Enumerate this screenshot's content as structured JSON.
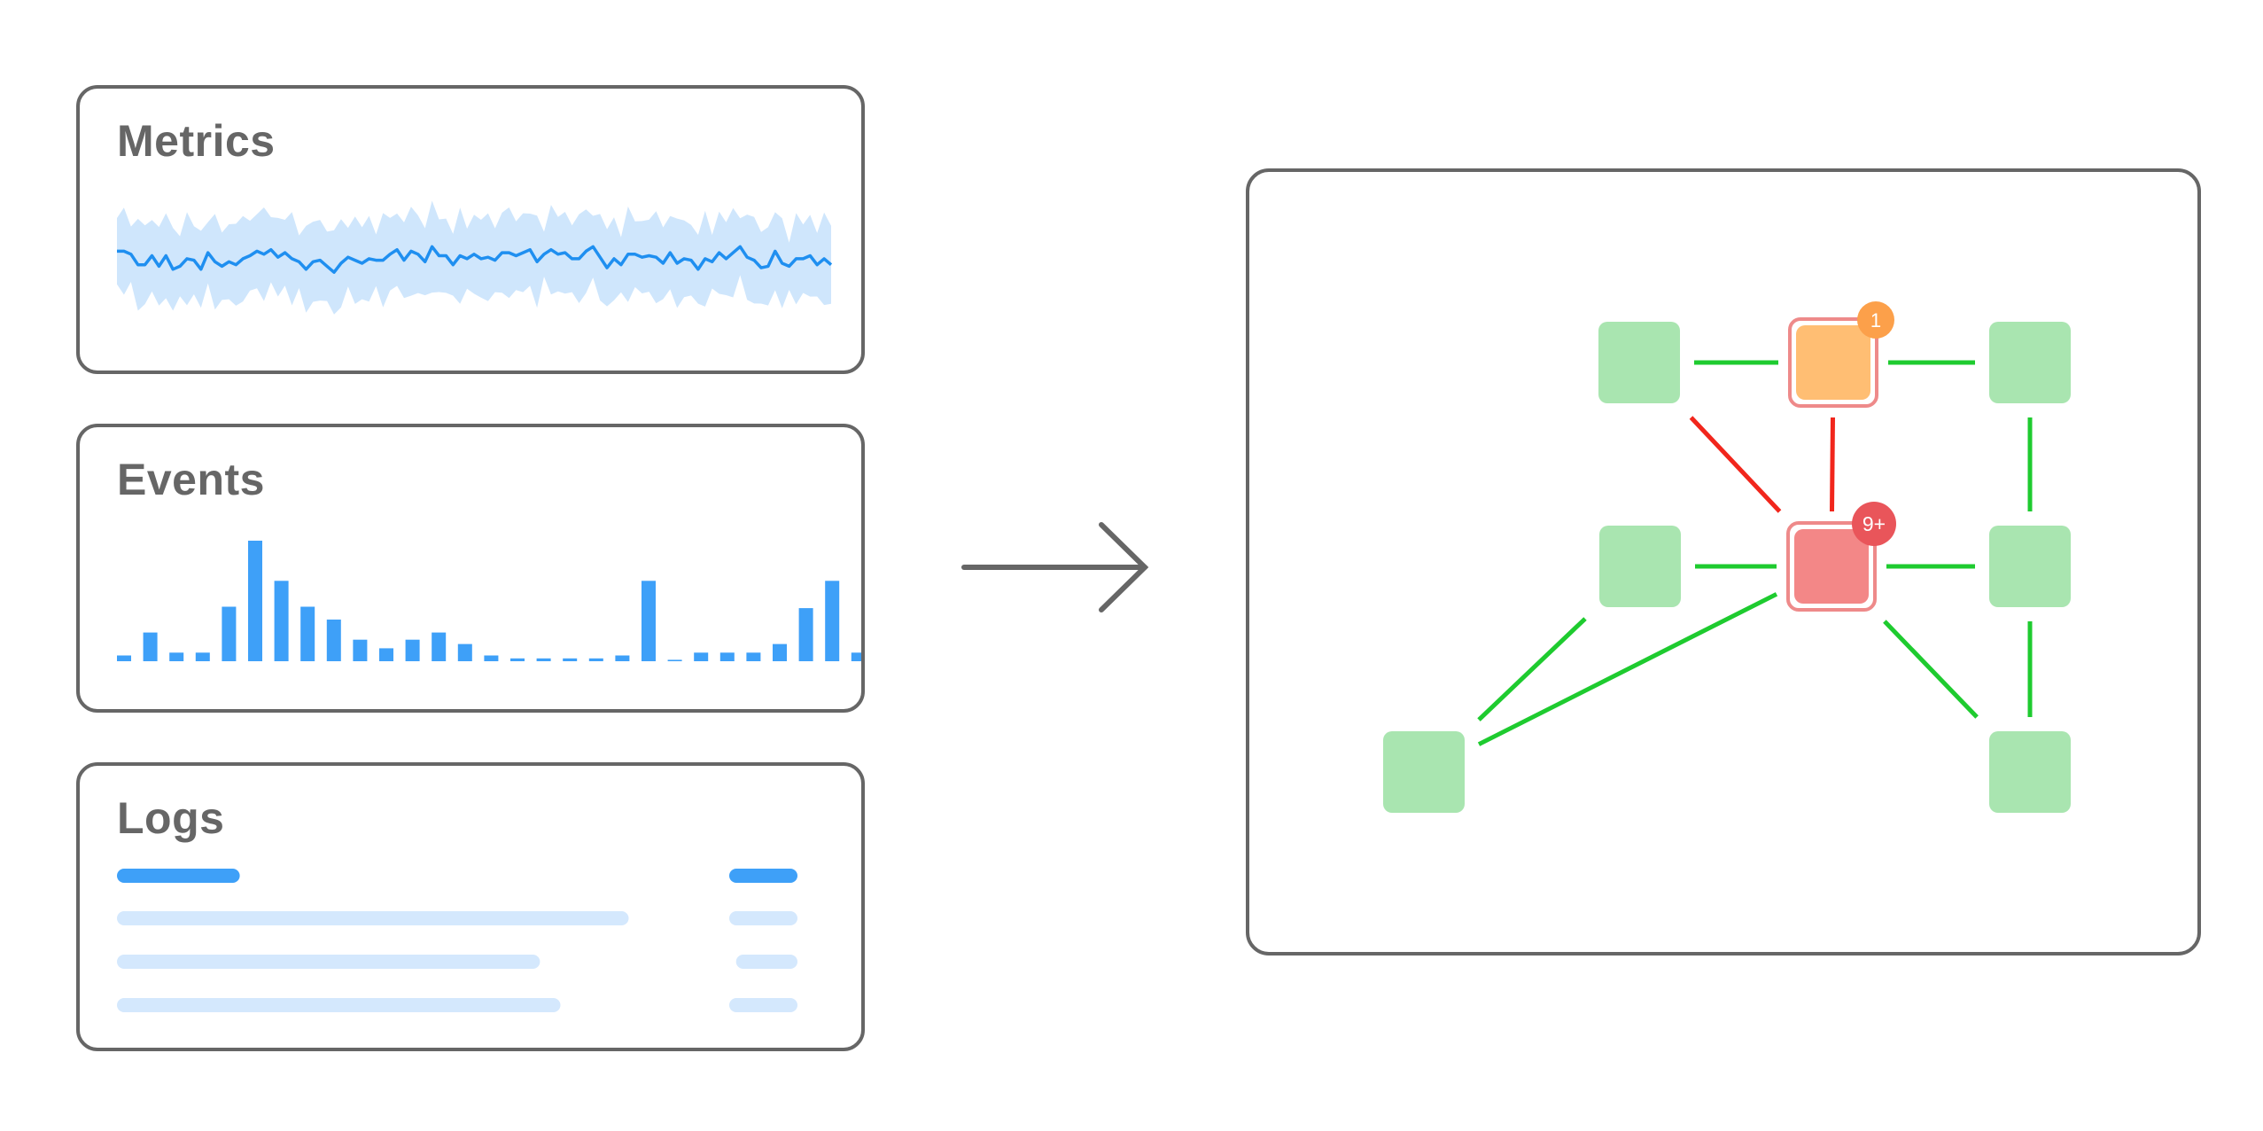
{
  "panels": {
    "metrics": {
      "title": "Metrics"
    },
    "events": {
      "title": "Events"
    },
    "logs": {
      "title": "Logs"
    }
  },
  "chart_data": [
    {
      "type": "line",
      "panel": "metrics",
      "series": [
        {
          "role": "value",
          "values": [
            58,
            58,
            56,
            49,
            49,
            55,
            48,
            55,
            46,
            48,
            53,
            52,
            46,
            57,
            51,
            48,
            51,
            49,
            53,
            55,
            58,
            56,
            59,
            54,
            57,
            53,
            51,
            46,
            51,
            52,
            48,
            44,
            50,
            54,
            52,
            50,
            53,
            52,
            52,
            56,
            59,
            52,
            58,
            56,
            51,
            61,
            55,
            55,
            49,
            55,
            53,
            56,
            53,
            54,
            52,
            57,
            57,
            55,
            57,
            59,
            51,
            56,
            59,
            56,
            57,
            53,
            53,
            58,
            61,
            54,
            47,
            53,
            49,
            56,
            56,
            54,
            55,
            54,
            50,
            57,
            50,
            53,
            52,
            46,
            53,
            51,
            57,
            53,
            57,
            61,
            54,
            52,
            47,
            48,
            58,
            50,
            48,
            53,
            53,
            55,
            49,
            53,
            49
          ]
        },
        {
          "role": "upper-band"
        },
        {
          "role": "lower-band"
        }
      ]
    },
    {
      "type": "bar",
      "panel": "events",
      "values": [
        4,
        20,
        6,
        6,
        38,
        84,
        56,
        38,
        29,
        15,
        9,
        15,
        20,
        12,
        4,
        2,
        2,
        2,
        2,
        4,
        56,
        1,
        6,
        6,
        6,
        12,
        37,
        56,
        6
      ]
    }
  ],
  "logs": {
    "header": {
      "left_bar": 0.18,
      "right_bar": 0.1
    },
    "rows": [
      {
        "left_bar": 0.75,
        "right_bar": 0.1
      },
      {
        "left_bar": 0.62,
        "right_bar": 0.09
      },
      {
        "left_bar": 0.65,
        "right_bar": 0.1
      }
    ]
  },
  "graph": {
    "colors": {
      "healthy": "#a9e5b0",
      "warning": "#ffbe73",
      "error": "#f38787",
      "healthy_edge": "#1ecb2f",
      "error_edge": "#f1261c",
      "warning_badge": "#fca04a",
      "error_badge": "#e9555a"
    },
    "nodes": [
      {
        "id": "n1",
        "status": "healthy"
      },
      {
        "id": "n2",
        "status": "warning",
        "badge": "1"
      },
      {
        "id": "n3",
        "status": "healthy"
      },
      {
        "id": "n4",
        "status": "healthy"
      },
      {
        "id": "n5",
        "status": "error",
        "badge": "9+"
      },
      {
        "id": "n6",
        "status": "healthy"
      },
      {
        "id": "n7",
        "status": "healthy"
      },
      {
        "id": "n8",
        "status": "healthy"
      }
    ],
    "edges": [
      {
        "from": "n1",
        "to": "n2",
        "status": "healthy"
      },
      {
        "from": "n2",
        "to": "n3",
        "status": "healthy"
      },
      {
        "from": "n1",
        "to": "n5",
        "status": "error"
      },
      {
        "from": "n2",
        "to": "n5",
        "status": "error"
      },
      {
        "from": "n3",
        "to": "n6",
        "status": "healthy"
      },
      {
        "from": "n4",
        "to": "n5",
        "status": "healthy"
      },
      {
        "from": "n5",
        "to": "n6",
        "status": "healthy"
      },
      {
        "from": "n6",
        "to": "n8",
        "status": "healthy"
      },
      {
        "from": "n4",
        "to": "n7",
        "status": "healthy"
      },
      {
        "from": "n5",
        "to": "n7",
        "status": "healthy"
      },
      {
        "from": "n5",
        "to": "n8",
        "status": "healthy"
      }
    ]
  }
}
